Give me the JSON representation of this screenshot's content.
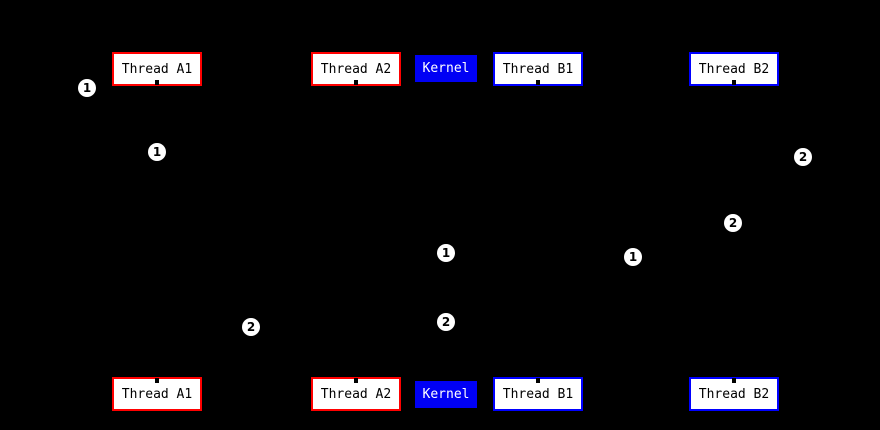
{
  "diagram_type": "sequence-diagram",
  "colors": {
    "background": "#000000",
    "red": "#ff0000",
    "blue": "#0000ff",
    "box_fill": "#ffffff",
    "text": "#000000",
    "kernel_fill": "#0000f5",
    "kernel_text": "#ffffff",
    "badge_fill": "#ffffff",
    "badge_text": "#000000",
    "stub": "#000000"
  },
  "participants": [
    {
      "label": "Thread A1",
      "accent": "red"
    },
    {
      "label": "Thread A2",
      "accent": "red"
    },
    {
      "label": "Kernel",
      "accent": "blue-filled"
    },
    {
      "label": "Thread B1",
      "accent": "blue"
    },
    {
      "label": "Thread B2",
      "accent": "blue"
    }
  ],
  "markers": [
    {
      "label": "1"
    },
    {
      "label": "1"
    },
    {
      "label": "2"
    },
    {
      "label": "1"
    },
    {
      "label": "2"
    },
    {
      "label": "1"
    },
    {
      "label": "2"
    },
    {
      "label": "2"
    }
  ]
}
